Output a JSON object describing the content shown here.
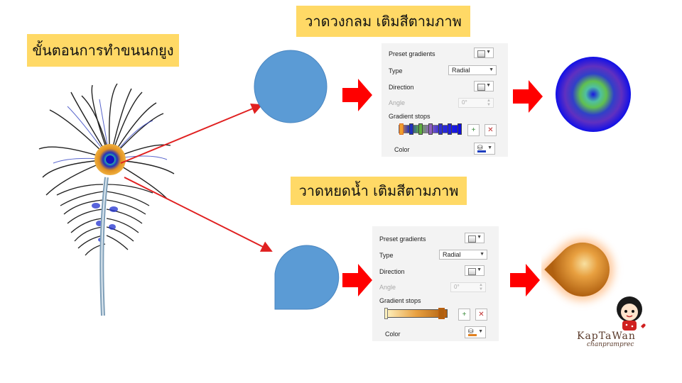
{
  "titles": {
    "main": "ขั้นตอนการทำขนนกยูง",
    "circle": "วาดวงกลม เติมสีตามภาพ",
    "drop": "วาดหยดน้ำ เติมสีตามภาพ"
  },
  "panel_top": {
    "preset_gradients": "Preset gradients",
    "type_label": "Type",
    "type_value": "Radial",
    "direction_label": "Direction",
    "angle_label": "Angle",
    "angle_value": "0°",
    "gradient_stops": "Gradient stops",
    "color_label": "Color",
    "color_swatch": "#1f3fbf",
    "stops": [
      "#f0a030",
      "#2030c0",
      "#60b040",
      "#9060c0",
      "#3030d0",
      "#2020e0",
      "#1010e0"
    ]
  },
  "panel_bottom": {
    "preset_gradients": "Preset gradients",
    "type_label": "Type",
    "type_value": "Radial",
    "direction_label": "Direction",
    "angle_label": "Angle",
    "angle_value": "0°",
    "gradient_stops": "Gradient stops",
    "color_label": "Color",
    "color_swatch": "#e08020",
    "gradient": [
      "#fff2c0",
      "#e8a040",
      "#b06010"
    ]
  },
  "colors": {
    "title_bg": "#ffd966",
    "shape_blue": "#5b9bd5",
    "arrow_red": "#ff0000",
    "line_red": "#e02020"
  },
  "watermark": {
    "name": "KapTaWan",
    "sub": "chanpramprec"
  },
  "icons": {
    "add_stop": "add-gradient-stop-icon",
    "remove_stop": "remove-gradient-stop-icon",
    "fill_bucket": "fill-bucket-icon"
  }
}
